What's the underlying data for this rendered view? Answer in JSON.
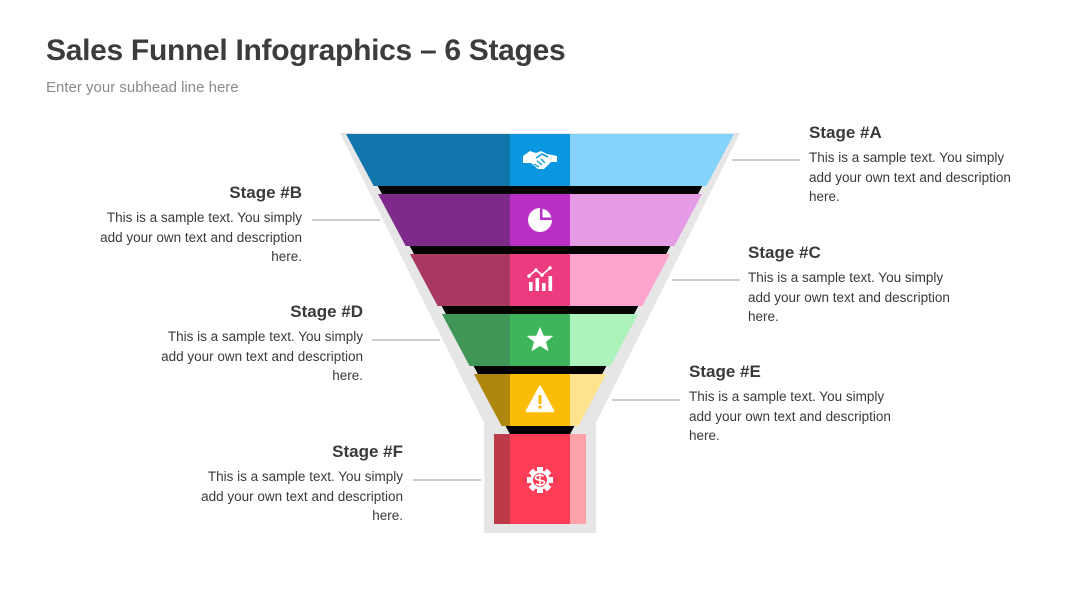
{
  "header": {
    "title": "Sales Funnel Infographics – 6 Stages",
    "subtitle": "Enter your subhead line here"
  },
  "stages": [
    {
      "label": "Stage #A",
      "description": "This is a sample text. You simply add your own text and description here.",
      "side": "right",
      "icon": "handshake-icon",
      "colors": {
        "dark": "#0f75ab",
        "mid": "#0b97e0",
        "light": "#85d3fd"
      }
    },
    {
      "label": "Stage #B",
      "description": "This is a sample text. You simply add your own text and description here.",
      "side": "left",
      "icon": "pie-chart-icon",
      "colors": {
        "dark": "#7e2a8a",
        "mid": "#b92fc6",
        "light": "#e69be6"
      }
    },
    {
      "label": "Stage #C",
      "description": "This is a sample text. You simply add your own text and description here.",
      "side": "right",
      "icon": "analytics-chart-icon",
      "colors": {
        "dark": "#a83762",
        "mid": "#ec3b7f",
        "light": "#fda4cc"
      }
    },
    {
      "label": "Stage #D",
      "description": "This is a sample text. You simply add your own text and description here.",
      "side": "left",
      "icon": "star-icon",
      "colors": {
        "dark": "#3f9656",
        "mid": "#3fb55b",
        "light": "#abf2bb"
      }
    },
    {
      "label": "Stage #E",
      "description": "This is a sample text. You simply add your own text and description here.",
      "side": "right",
      "icon": "warning-icon",
      "colors": {
        "dark": "#b0870e",
        "mid": "#fbbc06",
        "light": "#ffe38c"
      }
    },
    {
      "label": "Stage #F",
      "description": "This is a sample text. You simply add your own text and description here.",
      "side": "left",
      "icon": "dollar-gear-icon",
      "colors": {
        "dark": "#bd3a48",
        "mid": "#fd3d55",
        "light": "#fea2aa"
      }
    }
  ],
  "colors": {
    "frame": "#e6e6e6",
    "divider": "#000000",
    "connector": "#9a9a9a",
    "icon": "#ffffff"
  }
}
